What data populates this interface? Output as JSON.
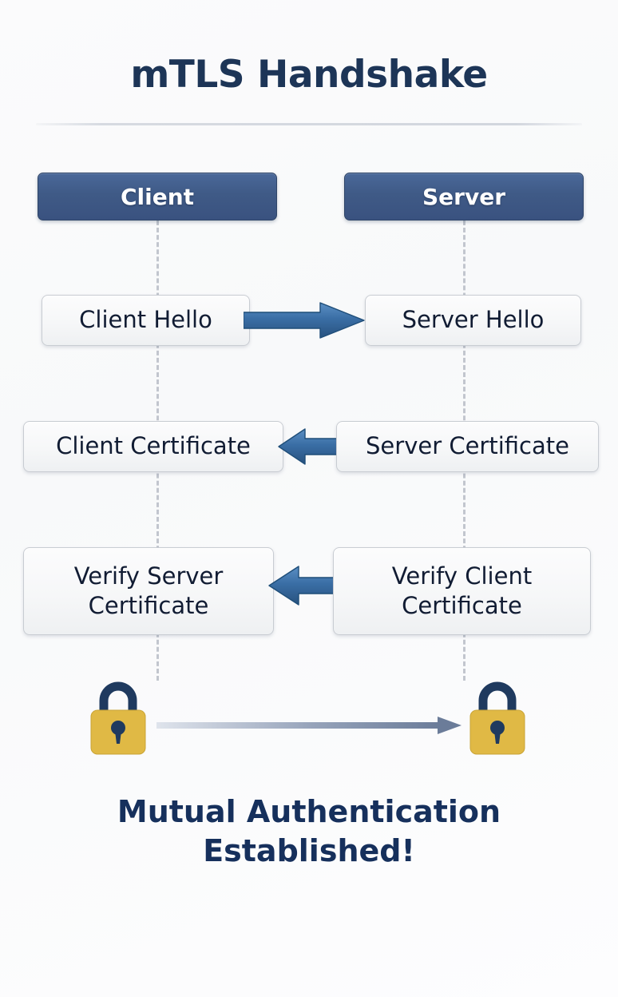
{
  "title": "mTLS Handshake",
  "colors": {
    "background": "#fafbfc",
    "title_text": "#1d3557",
    "actor_box": "#3f5a86",
    "actor_text": "#ffffff",
    "message_box": "#f6f7f8",
    "message_text": "#111c33",
    "message_border": "#c8ccd2",
    "arrow_blue": "#3a6ea5",
    "arrow_blue_dark": "#1f4e79",
    "mutual_arrow": "#6b7c99",
    "lock_body": "#e0b945",
    "lock_shackle": "#1f3a5f",
    "lifeline": "#c2c6ce",
    "divider": "#d2d6de",
    "footer_text": "#16305c"
  },
  "actors": [
    {
      "id": "client",
      "label": "Client"
    },
    {
      "id": "server",
      "label": "Server"
    }
  ],
  "steps": [
    {
      "index": 1,
      "left_label": "Client Hello",
      "right_label": "Server Hello",
      "direction": "right",
      "arrow_name": "arrow-client-to-server"
    },
    {
      "index": 2,
      "left_label": "Client Certificate",
      "right_label": "Server Certificate",
      "direction": "left",
      "arrow_name": "arrow-server-to-client"
    },
    {
      "index": 3,
      "left_label": "Verify Server Certificate",
      "left_line1": "Verify Server",
      "left_line2": "Certificate",
      "right_label": "Verify Client Certificate",
      "right_line1": "Verify Client",
      "right_line2": "Certificate",
      "direction": "left",
      "arrow_name": "arrow-verify"
    }
  ],
  "locks": {
    "left_icon": "padlock-icon",
    "right_icon": "padlock-icon",
    "connector_icon": "double-arrow-right-icon"
  },
  "footer": {
    "line1": "Mutual Authentication",
    "line2": "Established!"
  }
}
